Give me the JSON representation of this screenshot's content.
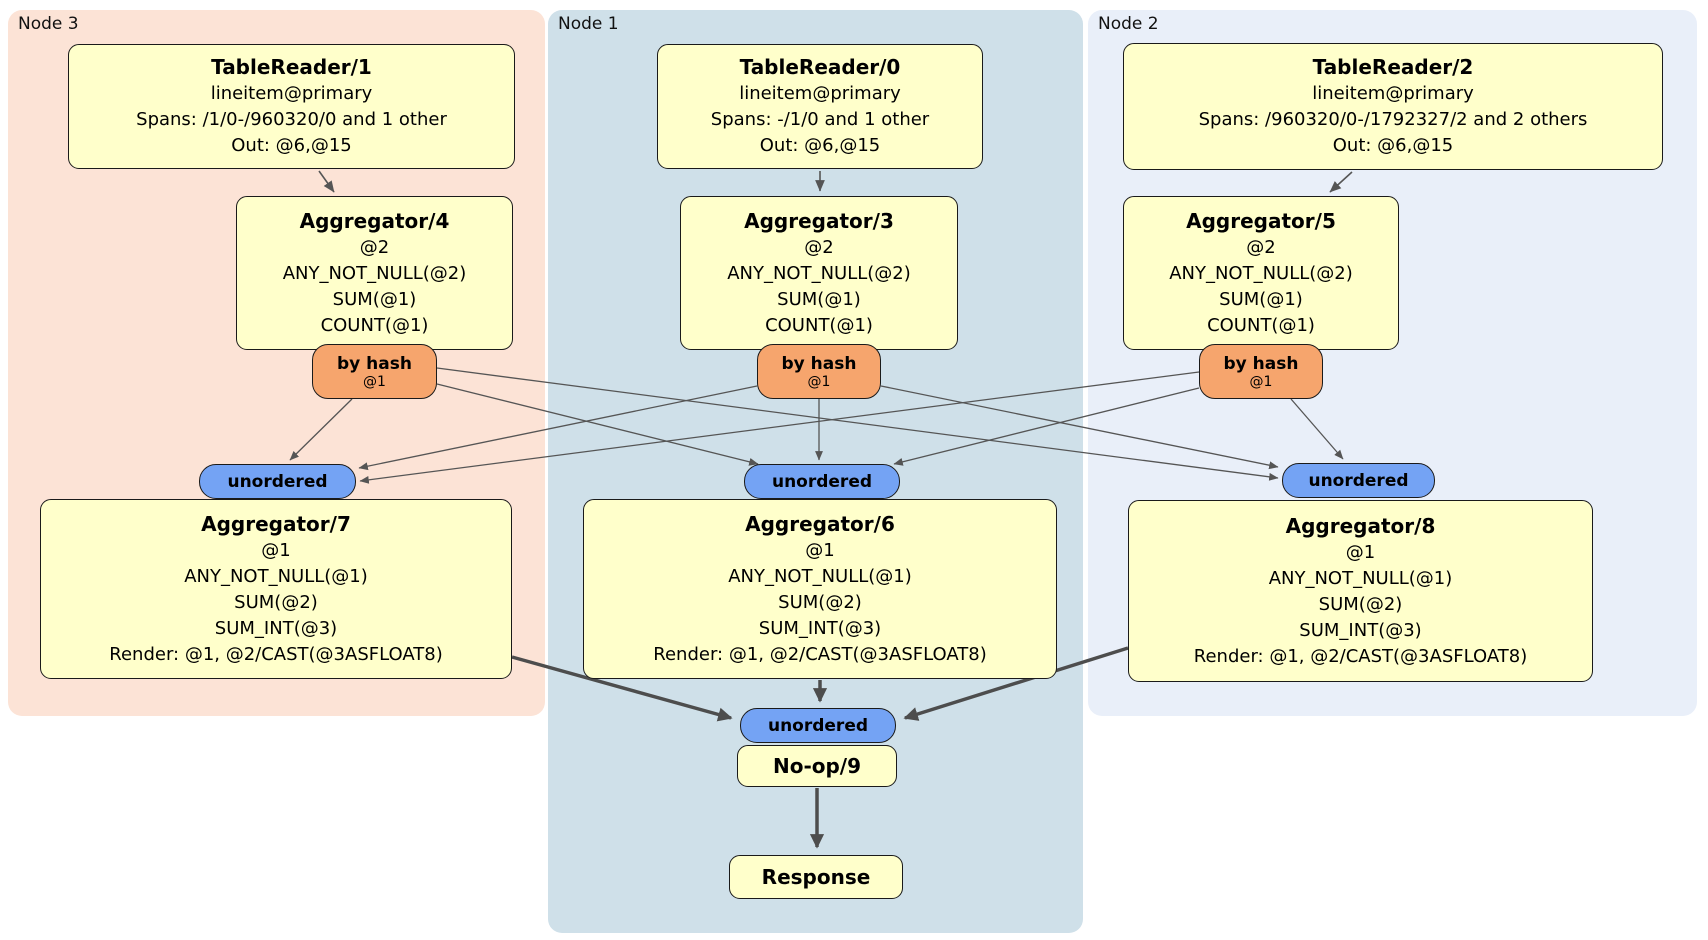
{
  "colors": {
    "node3_bg": "#fce3d6",
    "node1_bg": "#cfe0e9",
    "node2_bg": "#e9eff9",
    "processor_bg": "#ffffcb",
    "router_bg": "#f6a56d",
    "sync_bg": "#74a3f4",
    "edge_thin": "#555555",
    "edge_thick": "#4d4d4d"
  },
  "regions": {
    "node3": {
      "label": "Node 3"
    },
    "node1": {
      "label": "Node 1"
    },
    "node2": {
      "label": "Node 2"
    }
  },
  "processors": {
    "tr1": {
      "title": "TableReader/1",
      "lines": [
        "lineitem@primary",
        "Spans: /1/0-/960320/0 and 1 other",
        "Out: @6,@15"
      ]
    },
    "tr0": {
      "title": "TableReader/0",
      "lines": [
        "lineitem@primary",
        "Spans: -/1/0 and 1 other",
        "Out: @6,@15"
      ]
    },
    "tr2": {
      "title": "TableReader/2",
      "lines": [
        "lineitem@primary",
        "Spans: /960320/0-/1792327/2 and 2 others",
        "Out: @6,@15"
      ]
    },
    "agg4": {
      "title": "Aggregator/4",
      "lines": [
        "@2",
        "ANY_NOT_NULL(@2)",
        "SUM(@1)",
        "COUNT(@1)"
      ]
    },
    "agg3": {
      "title": "Aggregator/3",
      "lines": [
        "@2",
        "ANY_NOT_NULL(@2)",
        "SUM(@1)",
        "COUNT(@1)"
      ]
    },
    "agg5": {
      "title": "Aggregator/5",
      "lines": [
        "@2",
        "ANY_NOT_NULL(@2)",
        "SUM(@1)",
        "COUNT(@1)"
      ]
    },
    "agg7": {
      "title": "Aggregator/7",
      "lines": [
        "@1",
        "ANY_NOT_NULL(@1)",
        "SUM(@2)",
        "SUM_INT(@3)",
        "Render: @1, @2/CAST(@3ASFLOAT8)"
      ]
    },
    "agg6": {
      "title": "Aggregator/6",
      "lines": [
        "@1",
        "ANY_NOT_NULL(@1)",
        "SUM(@2)",
        "SUM_INT(@3)",
        "Render: @1, @2/CAST(@3ASFLOAT8)"
      ]
    },
    "agg8": {
      "title": "Aggregator/8",
      "lines": [
        "@1",
        "ANY_NOT_NULL(@1)",
        "SUM(@2)",
        "SUM_INT(@3)",
        "Render: @1, @2/CAST(@3ASFLOAT8)"
      ]
    },
    "noop": {
      "title": "No-op/9"
    },
    "response": {
      "title": "Response"
    }
  },
  "routers": {
    "byhash3": {
      "label": "by hash",
      "detail": "@1"
    },
    "byhash1": {
      "label": "by hash",
      "detail": "@1"
    },
    "byhash2": {
      "label": "by hash",
      "detail": "@1"
    }
  },
  "syncs": {
    "unordered3": {
      "label": "unordered"
    },
    "unordered1": {
      "label": "unordered"
    },
    "unordered2": {
      "label": "unordered"
    },
    "unordered_final": {
      "label": "unordered"
    }
  }
}
